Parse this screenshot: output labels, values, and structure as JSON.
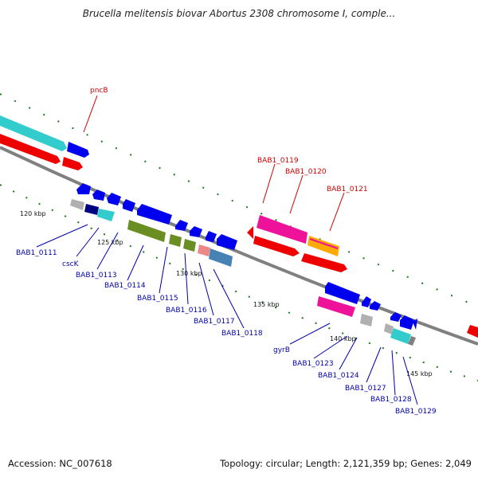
{
  "title": "Brucella melitensis biovar Abortus 2308 chromosome I, comple...",
  "footer": {
    "accession": "Accession: NC_007618",
    "summary": "Topology: circular; Length: 2,121,359 bp; Genes: 2,049"
  },
  "ticks": [
    "120 kbp",
    "125 kbp",
    "130 kbp",
    "135 kbp",
    "140 kbp",
    "145 kbp"
  ],
  "labels_red": [
    "pncB",
    "BAB1_0119",
    "BAB1_0120",
    "BAB1_0121"
  ],
  "labels_blue": [
    "BAB1_0111",
    "cscK",
    "BAB1_0113",
    "BAB1_0114",
    "BAB1_0115",
    "BAB1_0116",
    "BAB1_0117",
    "BAB1_0118",
    "gyrB",
    "BAB1_0123",
    "BAB1_0124",
    "BAB1_0127",
    "BAB1_0128",
    "BAB1_0129"
  ],
  "colors": {
    "backbone": "#808080",
    "cyan": "#33cccc",
    "blue": "#0000ee",
    "red": "#ee0000",
    "magenta": "#ee1199",
    "olive": "#6b8e23",
    "pink": "#ee8888",
    "steelblue": "#4682b4",
    "gray": "#b0b0b0",
    "navy": "#000080",
    "tick_green": "#1a7a1a",
    "label_red": "#cc0000",
    "label_blue": "#0000aa"
  }
}
